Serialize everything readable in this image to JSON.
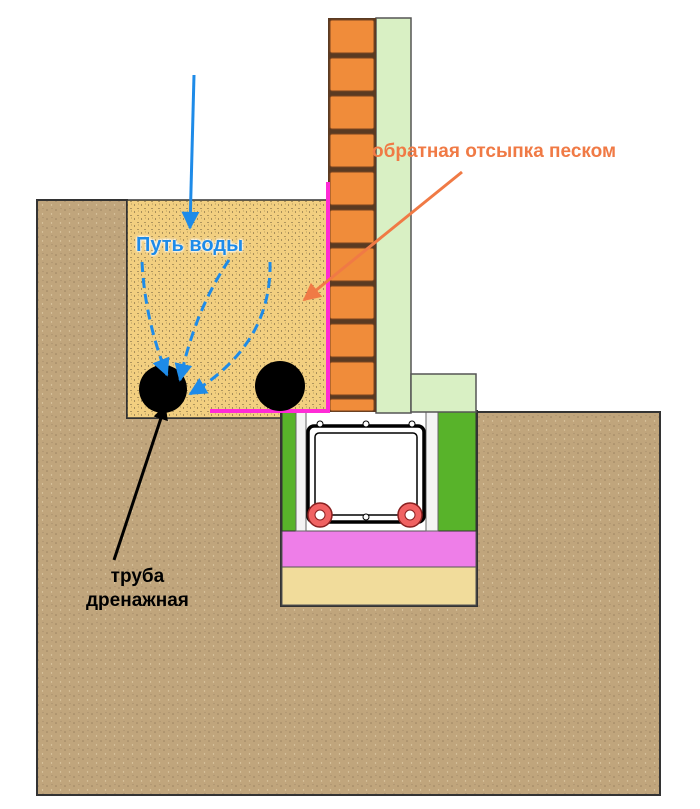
{
  "labels": {
    "sand_backfill": "обратная отсыпка песком",
    "water_path": "Путь воды",
    "drain_pipe_line1": "труба",
    "drain_pipe_line2": "дренажная"
  },
  "colors": {
    "soil": "#c0a57c",
    "sand": "#f2cf80",
    "brick": "#f08c3a",
    "insulation": "#d9f0c4",
    "concrete_sides": "#58b32a",
    "formwork": "#ffffff",
    "waterproofing": "#ff2bd6",
    "pink_layer": "#ee7ee8",
    "base_layer": "#f1dc9b",
    "water_arrows": "#1e8be8",
    "sand_pointer": "#f07a45",
    "pipe": "#000000",
    "rebar_roll": "#f06262"
  }
}
